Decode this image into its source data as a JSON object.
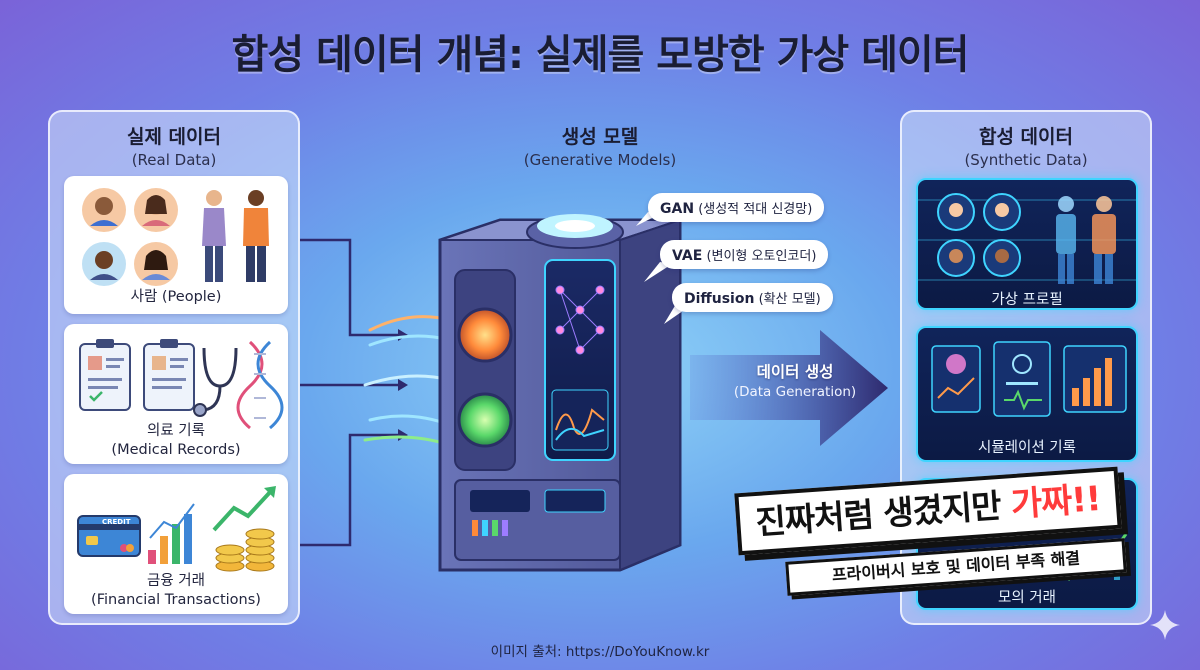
{
  "title": "합성 데이터 개념: 실제를 모방한 가상 데이터",
  "real_data": {
    "title_ko": "실제 데이터",
    "title_en": "(Real Data)",
    "cards": [
      {
        "caption": "사람 (People)"
      },
      {
        "caption_line1": "의료 기록",
        "caption_line2": "(Medical Records)"
      },
      {
        "caption_line1": "금융 거래",
        "caption_line2": "(Financial Transactions)",
        "card_text": "CREDIT"
      }
    ]
  },
  "generative_models": {
    "title_ko": "생성 모델",
    "title_en": "(Generative Models)",
    "models": [
      {
        "name": "GAN",
        "desc": "(생성적 적대 신경망)"
      },
      {
        "name": "VAE",
        "desc": "(변이형 오토인코더)"
      },
      {
        "name": "Diffusion",
        "desc": "(확산 모델)"
      }
    ]
  },
  "data_generation": {
    "label_ko": "데이터 생성",
    "label_en": "(Data Generation)"
  },
  "synthetic_data": {
    "title_ko": "합성 데이터",
    "title_en": "(Synthetic Data)",
    "cards": [
      {
        "caption": "가상 프로필"
      },
      {
        "caption": "시뮬레이션 기록"
      },
      {
        "caption": "모의 거래"
      }
    ]
  },
  "banner": {
    "main_prefix": "진짜처럼 생겼지만 ",
    "main_accent": "가짜!!",
    "sub": "프라이버시 보호 및 데이터 부족 해결"
  },
  "credit": "이미지 출처: https://DoYouKnow.kr",
  "colors": {
    "accent_red": "#ff3b3b",
    "neon_cyan": "#3fd4ff",
    "arrow_navy": "#2e2a6e"
  }
}
